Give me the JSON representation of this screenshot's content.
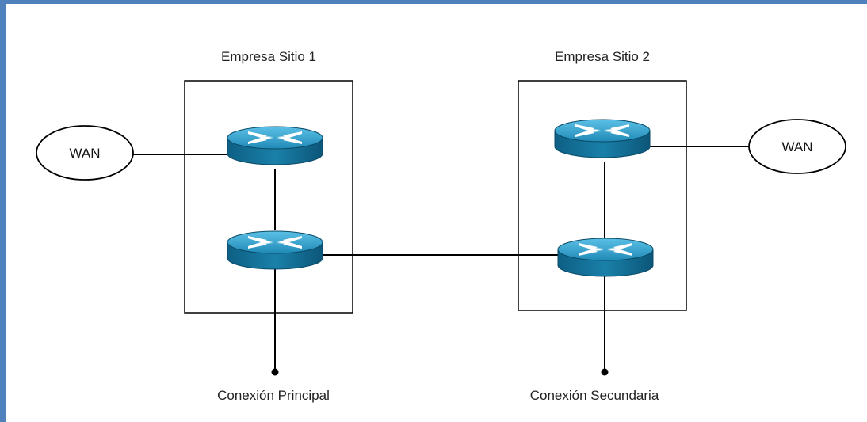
{
  "sites": [
    {
      "title": "Empresa Sitio 1"
    },
    {
      "title": "Empresa Sitio 2"
    }
  ],
  "clouds": [
    {
      "label": "WAN"
    },
    {
      "label": "WAN"
    }
  ],
  "connections": [
    {
      "label": "Conexión Principal"
    },
    {
      "label": "Conexión Secundaria"
    }
  ],
  "colors": {
    "frame_border": "#4f81bd",
    "router_body": "#1a80a8",
    "router_top": "#3aa3cc",
    "line": "#000000"
  }
}
